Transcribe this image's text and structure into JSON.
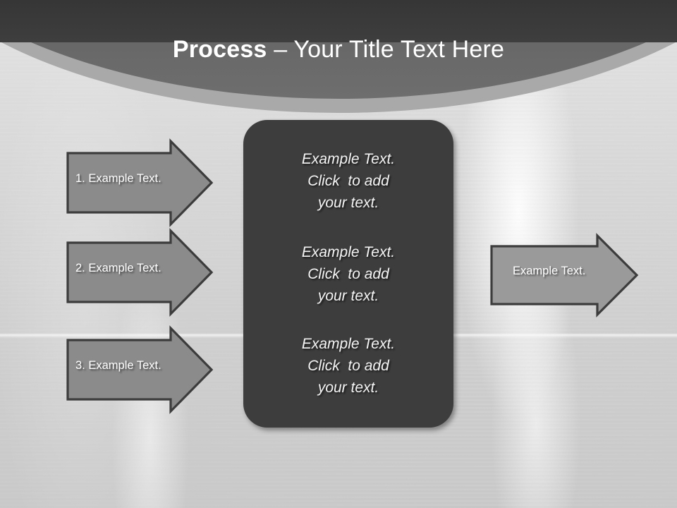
{
  "slide": {
    "title_bold": "Process",
    "title_rest": " – Your Title Text Here"
  },
  "steps": [
    {
      "label": "1. Example Text."
    },
    {
      "label": "2. Example Text."
    },
    {
      "label": "3. Example Text."
    }
  ],
  "center_panel": {
    "blocks": [
      {
        "text": "Example Text.\nClick  to add\nyour text."
      },
      {
        "text": "Example Text.\nClick  to add\nyour text."
      },
      {
        "text": "Example Text.\nClick  to add\nyour text."
      }
    ]
  },
  "output": {
    "label": "Example Text."
  },
  "colors": {
    "header_dark": "#3a3a3a",
    "header_mid": "#6e6e6e",
    "header_band": "#a9a9a9",
    "body_metal": "#d4d4d4",
    "panel_fill": "#3d3d3d",
    "arrow_fill": "#8b8b8b",
    "arrow_stroke": "#3c3c3c",
    "text_light": "#ffffff"
  }
}
